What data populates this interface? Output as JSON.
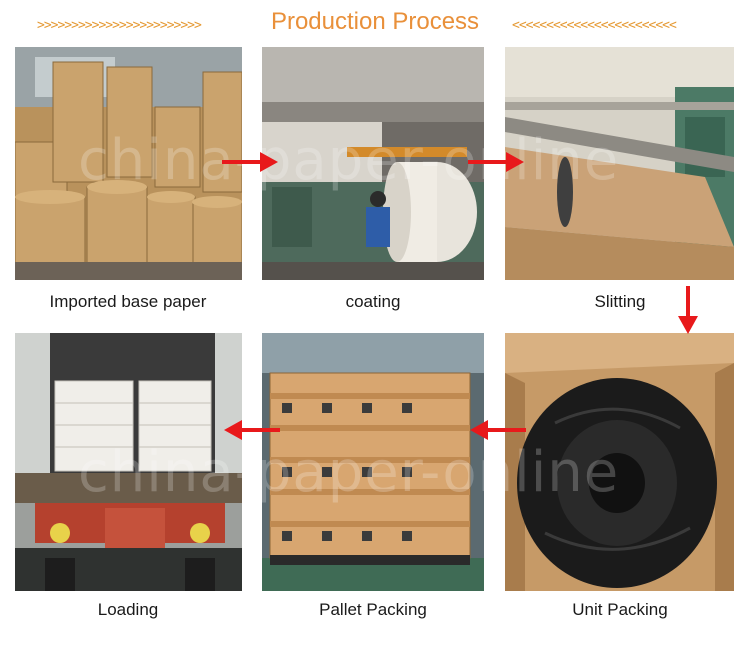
{
  "header": {
    "title": "Production Process",
    "left_decoration": ">>>>>>>>>>>>>>>>>>>>>>>>",
    "right_decoration": "<<<<<<<<<<<<<<<<<<<<<<<<"
  },
  "steps": [
    {
      "label": "Imported base paper"
    },
    {
      "label": "coating"
    },
    {
      "label": "Slitting"
    },
    {
      "label": "Loading"
    },
    {
      "label": "Pallet Packing"
    },
    {
      "label": "Unit Packing"
    }
  ],
  "watermark": "china-paper-online",
  "colors": {
    "title": "#e9903a",
    "arrow": "#e8191b",
    "chevron": "#e59a35"
  }
}
